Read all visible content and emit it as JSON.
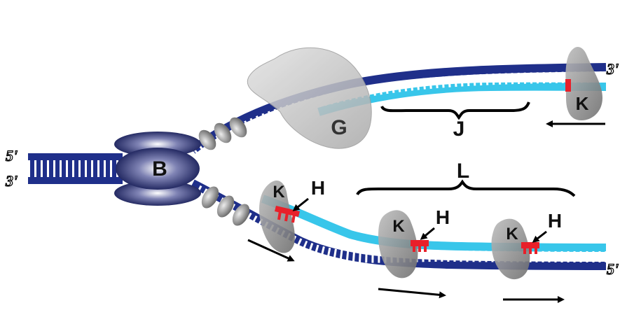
{
  "labels": {
    "helicase": "B",
    "primase": "G",
    "polymerase": "K",
    "primer": "H",
    "leading_segment": "J",
    "lagging_segment": "L"
  },
  "ends": {
    "left_top": "5'",
    "left_bottom": "3'",
    "top_right": "3'",
    "bottom_right": "5'"
  },
  "colors": {
    "parent_strand": "#1f2f8a",
    "new_strand": "#38c6ea",
    "rungs": "#ffffff",
    "primer": "#e8202a",
    "protein_grey": "#8e8e8e",
    "helicase_navy": "#2a2f6e"
  }
}
